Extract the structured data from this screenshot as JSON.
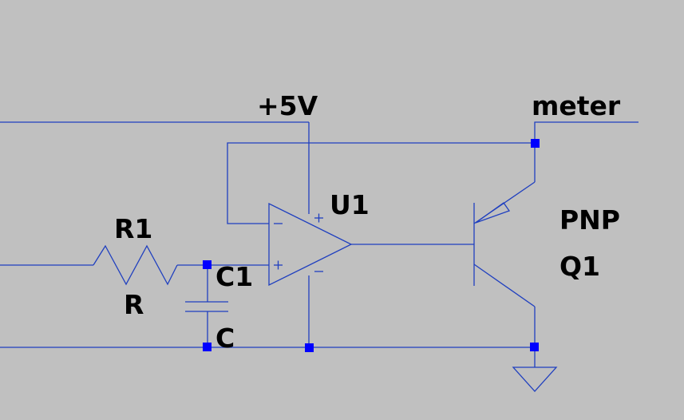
{
  "labels": {
    "supply": "+5V",
    "net_meter": "meter",
    "opamp_ref": "U1",
    "resistor_ref": "R1",
    "resistor_value": "R",
    "capacitor_ref": "C1",
    "capacitor_value": "C",
    "transistor_type": "PNP",
    "transistor_ref": "Q1"
  },
  "pins": {
    "inverting": "−",
    "noninverting": "+",
    "supply_pos": "+",
    "supply_neg": "−"
  },
  "colors": {
    "background": "#c0c0c0",
    "wire": "#1f3fbf",
    "junction": "#0000ff",
    "text": "#000000"
  }
}
